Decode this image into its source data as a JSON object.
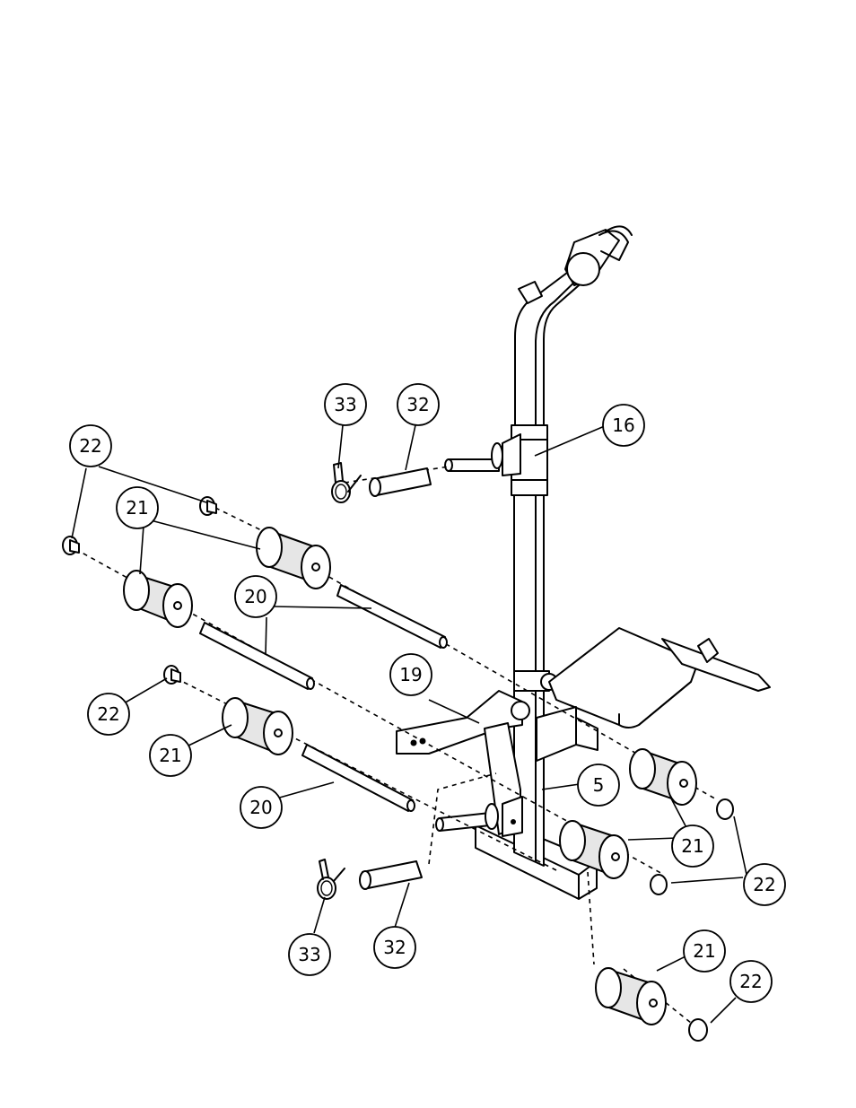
{
  "callouts": {
    "c16": "16",
    "c33_top": "33",
    "c32_top": "32",
    "c22_top_left": "22",
    "c21_top_left": "21",
    "c20_top": "20",
    "c22_mid_left": "22",
    "c19": "19",
    "c21_mid_left": "21",
    "c20_bottom": "20",
    "c5": "5",
    "c21_right": "21",
    "c22_right": "22",
    "c33_bottom": "33",
    "c32_bottom": "32",
    "c21_bottom_right": "21",
    "c22_bottom_right": "22"
  }
}
